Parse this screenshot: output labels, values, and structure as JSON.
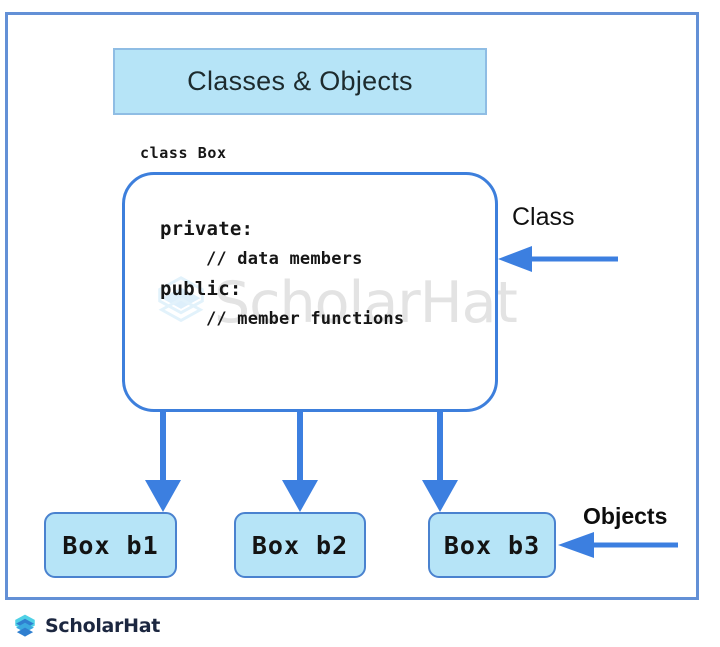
{
  "frame": {
    "border_color": "#6390d6"
  },
  "header": {
    "title": "Classes & Objects",
    "fill_color": "#b6e4f7",
    "border_color": "#8fbde4"
  },
  "class_diagram": {
    "caption": "class Box",
    "border_color": "#3d7fdc",
    "lines": [
      {
        "text": "private:",
        "indent": 0
      },
      {
        "text": "// data members",
        "indent": 1
      },
      {
        "text": "public:",
        "indent": 0
      },
      {
        "text": "// member functions",
        "indent": 1
      }
    ]
  },
  "annotations": {
    "class_label": "Class",
    "objects_label": "Objects",
    "arrow_color": "#3c7fe0"
  },
  "objects": [
    {
      "label": "Box b1"
    },
    {
      "label": "Box b2"
    },
    {
      "label": "Box b3"
    }
  ],
  "watermark": {
    "text": "ScholarHat",
    "color": "#e3e3e3"
  },
  "footer": {
    "brand": "ScholarHat",
    "logo_color_top": "#4fd1e6",
    "logo_color_mid": "#3ba9e0",
    "logo_color_bottom": "#2f7fd0"
  }
}
